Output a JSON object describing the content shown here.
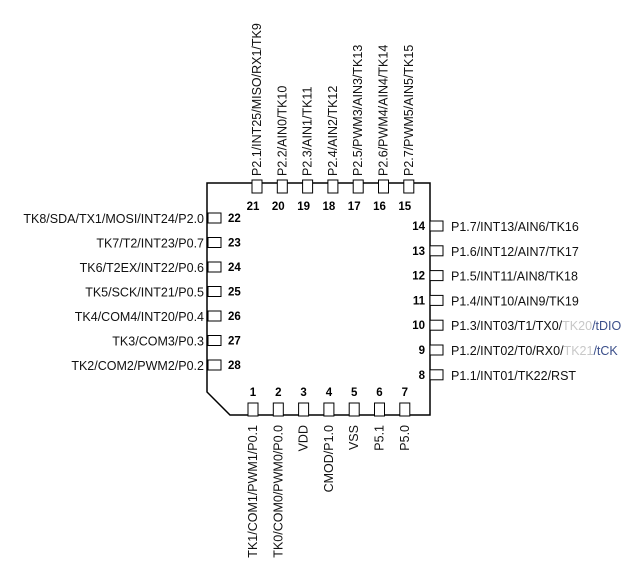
{
  "pins": {
    "top": [
      {
        "num": "21",
        "label": "P2.1/INT25/MISO/RX1/TK9"
      },
      {
        "num": "20",
        "label": "P2.2/AIN0/TK10"
      },
      {
        "num": "19",
        "label": "P2.3/AIN1/TK11"
      },
      {
        "num": "18",
        "label": "P2.4/AIN2/TK12"
      },
      {
        "num": "17",
        "label": "P2.5/PWM3/AIN3/TK13"
      },
      {
        "num": "16",
        "label": "P2.6/PWM4/AIN4/TK14"
      },
      {
        "num": "15",
        "label": "P2.7/PWM5/AIN5/TK15"
      }
    ],
    "left": [
      {
        "num": "22",
        "label": "TK8/SDA/TX1/MOSI/INT24/P2.0"
      },
      {
        "num": "23",
        "label": "TK7/T2/INT23/P0.7"
      },
      {
        "num": "24",
        "label": "TK6/T2EX/INT22/P0.6"
      },
      {
        "num": "25",
        "label": "TK5/SCK/INT21/P0.5"
      },
      {
        "num": "26",
        "label": "TK4/COM4/INT20/P0.4"
      },
      {
        "num": "27",
        "label": "TK3/COM3/P0.3"
      },
      {
        "num": "28",
        "label": "TK2/COM2/PWM2/P0.2"
      }
    ],
    "right": [
      {
        "num": "14",
        "label": "P1.7/INT13/AIN6/TK16"
      },
      {
        "num": "13",
        "label": "P1.6/INT12/AIN7/TK17"
      },
      {
        "num": "12",
        "label": "P1.5/INT11/AIN8/TK18"
      },
      {
        "num": "11",
        "label": "P1.4/INT10/AIN9/TK19"
      },
      {
        "num": "10",
        "label": "P1.3/INT03/T1/TX0/",
        "gray": "TK20",
        "blue": "/tDIO"
      },
      {
        "num": "9",
        "label": "P1.2/INT02/T0/RX0/",
        "gray": "TK21",
        "blue": "/tCK"
      },
      {
        "num": "8",
        "label": "P1.1/INT01/TK22/RST"
      }
    ],
    "bottom": [
      {
        "num": "1",
        "label": "TK1/COM1/PWM1/P0.1"
      },
      {
        "num": "2",
        "label": "TK0/COM0/PWM0/P0.0"
      },
      {
        "num": "3",
        "label": "VDD"
      },
      {
        "num": "4",
        "label": "CMOD/P1.0"
      },
      {
        "num": "5",
        "label": "VSS"
      },
      {
        "num": "6",
        "label": "P5.1"
      },
      {
        "num": "7",
        "label": "P5.0"
      }
    ]
  }
}
